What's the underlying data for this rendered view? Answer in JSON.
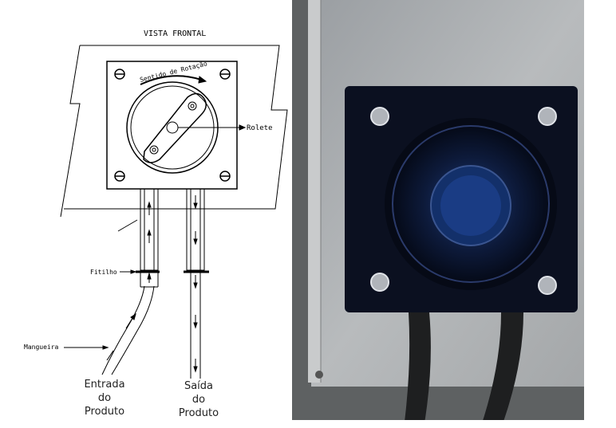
{
  "diagram": {
    "title": "VISTA FRONTAL",
    "rotation_label": "Sentido de Rotação",
    "roller_label": "Rolete",
    "strap_label": "Fitilho",
    "hose_label": "Mangueira",
    "inlet_label": [
      "Entrada",
      "do",
      "Produto"
    ],
    "outlet_label": [
      "Saída",
      "do",
      "Produto"
    ]
  },
  "photo": {
    "subject": "peristaltic-pump-front"
  }
}
